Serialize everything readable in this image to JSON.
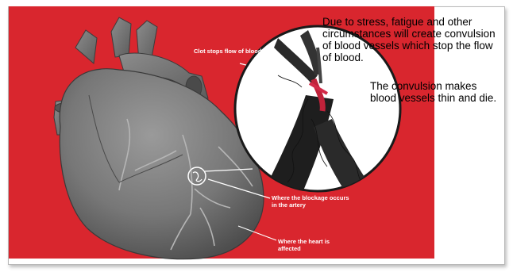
{
  "diagram": {
    "labels": {
      "clot": "Clot stops flow of blood",
      "blockage": "Where the blockage occurs in the artery",
      "affected": "Where the heart is affected"
    },
    "captions": {
      "primary": "Due to stress, fatigue and other circumstances will create convulsion of blood vessels which stop the flow of blood.",
      "secondary": "The convulsion makes blood vessels thin and die."
    },
    "colors": {
      "background_red": "#d9262e",
      "heart_gray": "#7a7a7a",
      "label_text": "#ffffff",
      "caption_text": "#000000"
    }
  }
}
